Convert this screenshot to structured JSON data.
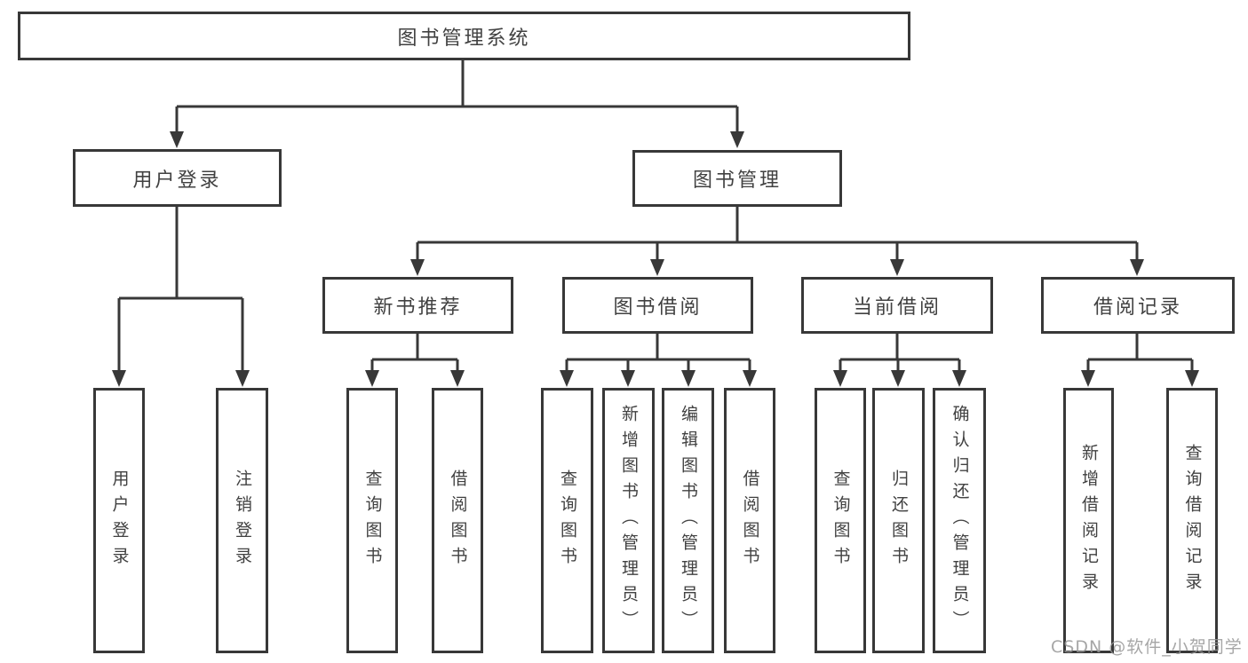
{
  "colors": {
    "line": "#383838",
    "box_border": "#383838",
    "text": "#414141",
    "background": "#ffffff",
    "watermark": "#969696"
  },
  "watermark": "CSDN @软件_小贺同学",
  "diagram": {
    "type": "hierarchy-tree",
    "root": {
      "label": "图书管理系统",
      "children": [
        {
          "label": "用户登录",
          "children": [
            {
              "label": "用户登录"
            },
            {
              "label": "注销登录"
            }
          ]
        },
        {
          "label": "图书管理",
          "children": [
            {
              "label": "新书推荐",
              "children": [
                {
                  "label": "查询图书"
                },
                {
                  "label": "借阅图书"
                }
              ]
            },
            {
              "label": "图书借阅",
              "children": [
                {
                  "label": "查询图书"
                },
                {
                  "label": "新增图书（管理员）"
                },
                {
                  "label": "编辑图书（管理员）"
                },
                {
                  "label": "借阅图书"
                }
              ]
            },
            {
              "label": "当前借阅",
              "children": [
                {
                  "label": "查询图书"
                },
                {
                  "label": "归还图书"
                },
                {
                  "label": "确认归还（管理员）"
                }
              ]
            },
            {
              "label": "借阅记录",
              "children": [
                {
                  "label": "新增借阅记录"
                },
                {
                  "label": "查询借阅记录"
                }
              ]
            }
          ]
        }
      ]
    }
  }
}
